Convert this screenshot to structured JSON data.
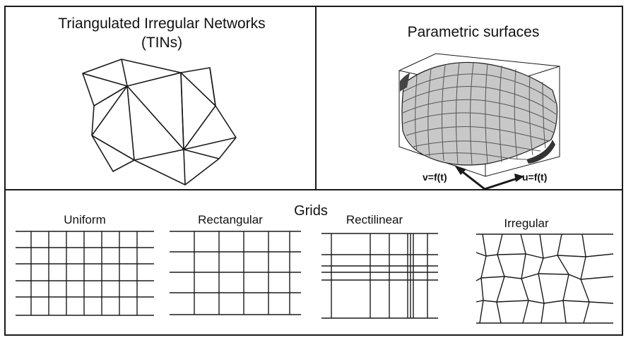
{
  "panels": {
    "tin": {
      "title_line1": "Triangulated Irregular Networks",
      "title_line2": "(TINs)"
    },
    "parametric": {
      "title": "Parametric surfaces",
      "axis_v": "v=f(t)",
      "axis_u": "u=f(t)"
    },
    "grids": {
      "title": "Grids",
      "types": {
        "uniform": "Uniform",
        "rectangular": "Rectangular",
        "rectilinear": "Rectilinear",
        "irregular": "Irregular"
      }
    }
  },
  "colors": {
    "line": "#1a1a1a",
    "surface_fill": "#c8c8c8",
    "surface_mesh": "#555555"
  }
}
